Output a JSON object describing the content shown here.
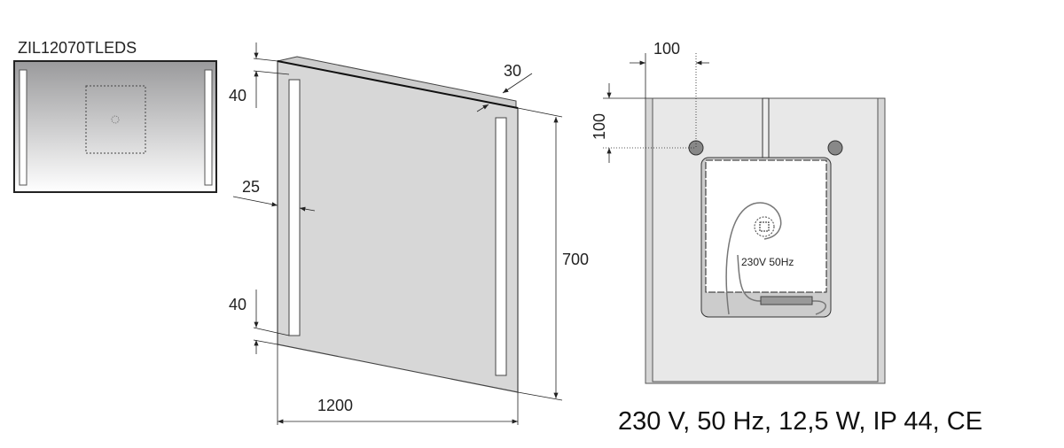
{
  "model": "ZIL12070TLEDS",
  "dimensions": {
    "top_offset": "40",
    "bottom_offset": "40",
    "strip_width": "25",
    "depth": "30",
    "height": "700",
    "width": "1200",
    "hole_horizontal": "100",
    "hole_vertical": "100"
  },
  "back_label": "230V 50Hz",
  "specs": "230 V, 50 Hz, 12,5 W, IP 44, CE"
}
